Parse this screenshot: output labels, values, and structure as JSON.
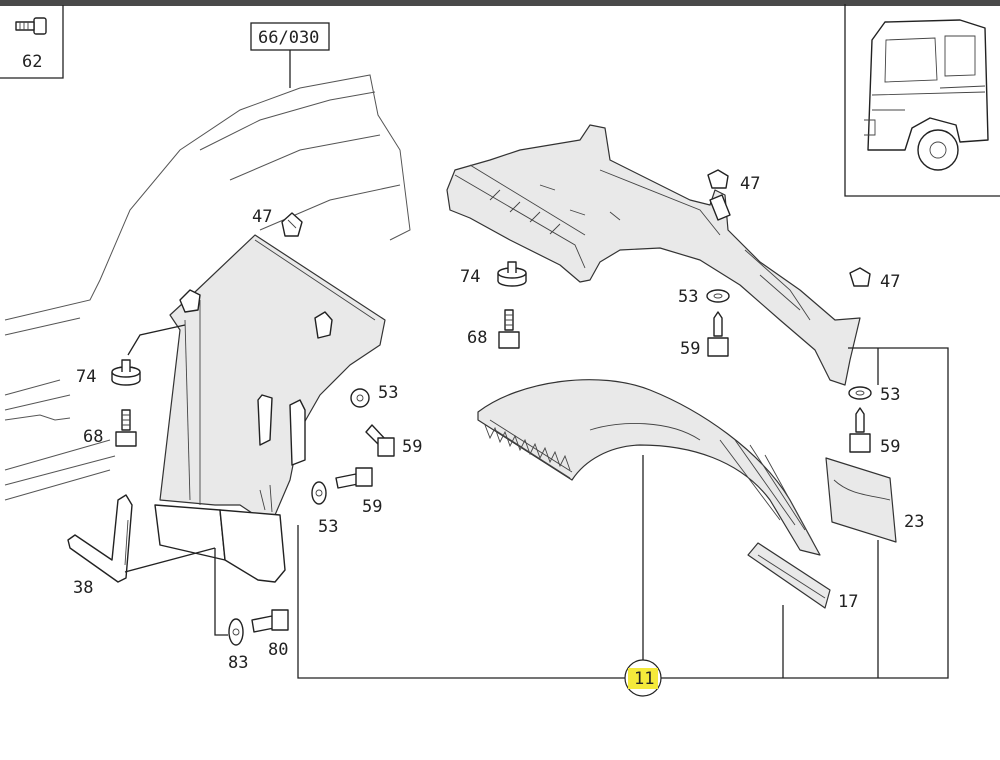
{
  "reference_box": {
    "label": "66/030"
  },
  "highlight": {
    "label": "11",
    "color": "#f5ea3b"
  },
  "callouts": {
    "c62": "62",
    "c47a": "47",
    "c47b": "47",
    "c47c": "47",
    "c74a": "74",
    "c68a": "68",
    "c53a": "53",
    "c59a": "59",
    "c59b": "59",
    "c53b": "53",
    "c38": "38",
    "c83": "83",
    "c80": "80",
    "c74b": "74",
    "c68b": "68",
    "c53c": "53",
    "c59c": "59",
    "c53d": "53",
    "c59d": "59",
    "c23": "23",
    "c17": "17"
  }
}
